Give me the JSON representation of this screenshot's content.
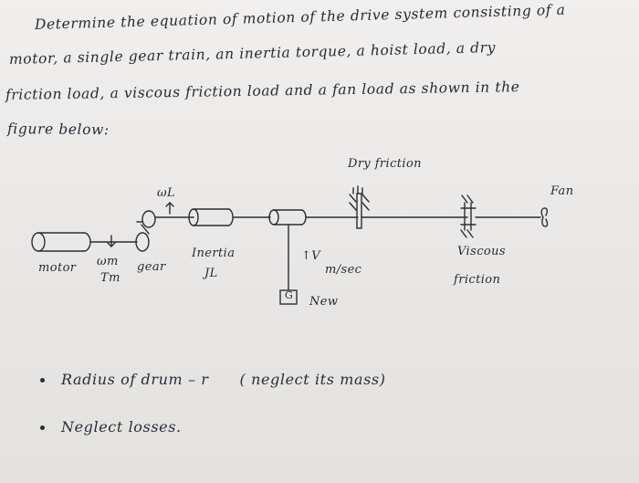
{
  "problem": {
    "line1": "Determine the equation of motion of the drive system consisting of a",
    "line2": "motor, a single gear train, an inertia torque, a hoist load, a dry",
    "line3": "friction load, a viscous friction load and a fan load as shown in the",
    "line4": "figure below:"
  },
  "diagram": {
    "motor": "motor",
    "wm": "ωm",
    "tm": "Tm",
    "gear": "gear",
    "wl": "ωL",
    "inertia": "Inertia",
    "jl": "JL",
    "dry_friction": "Dry friction",
    "velocity": "↑V",
    "velocity_unit": "m/sec",
    "g": "G",
    "new": "New",
    "viscous": "Viscous",
    "friction": "friction",
    "fan": "Fan"
  },
  "notes": [
    {
      "text": "Radius of drum – r",
      "extra": "( neglect its mass)"
    },
    {
      "text": "Neglect losses."
    }
  ]
}
